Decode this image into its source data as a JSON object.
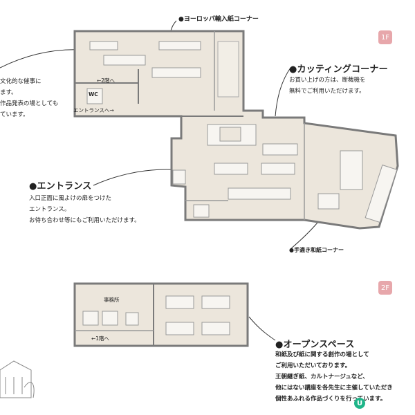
{
  "floor1": {
    "badge": "1F",
    "europe_label": "●ヨーロッパ輸入紙コーナー",
    "left_cut": {
      "line1": "文化的な催事に",
      "line2": "ます。",
      "line3": "作品発表の場としても",
      "line4": "ています。"
    },
    "cutting": {
      "title": "●カッティングコーナー",
      "line1": "お買い上げの方は、断裁機を",
      "line2": "無料でご利用いただけます。"
    },
    "entrance": {
      "title": "●エントランス",
      "line1": "入口正面に風よけの扉をつけた",
      "line2": "エントランス。",
      "line3": "お待ち合わせ等にもご利用いただけます。"
    },
    "handmade_label": "●手漉き和紙コーナー",
    "plan_labels": {
      "to_2f": "←2階へ",
      "wc": "WC",
      "to_entrance": "エントランスへ→"
    }
  },
  "floor2": {
    "badge": "2F",
    "plan_labels": {
      "office": "事務所",
      "to_1f": "←1階へ"
    },
    "openspace": {
      "title": "●オープンスペース",
      "line1": "和紙及び紙に関する創作の場として",
      "line2": "ご利用いただいております。",
      "line3": "王朝継ぎ紙、カルトナージュなど、",
      "line4": "他にはない講座を各先生に主催していただき",
      "line5": "個性あふれる作品づくりを行っています。"
    }
  },
  "logo_letter": "U",
  "colors": {
    "badge": "#e7a7ab",
    "floor": "#ece6dc",
    "wall": "#8a8a8a",
    "furniture": "#f7f5f1"
  }
}
